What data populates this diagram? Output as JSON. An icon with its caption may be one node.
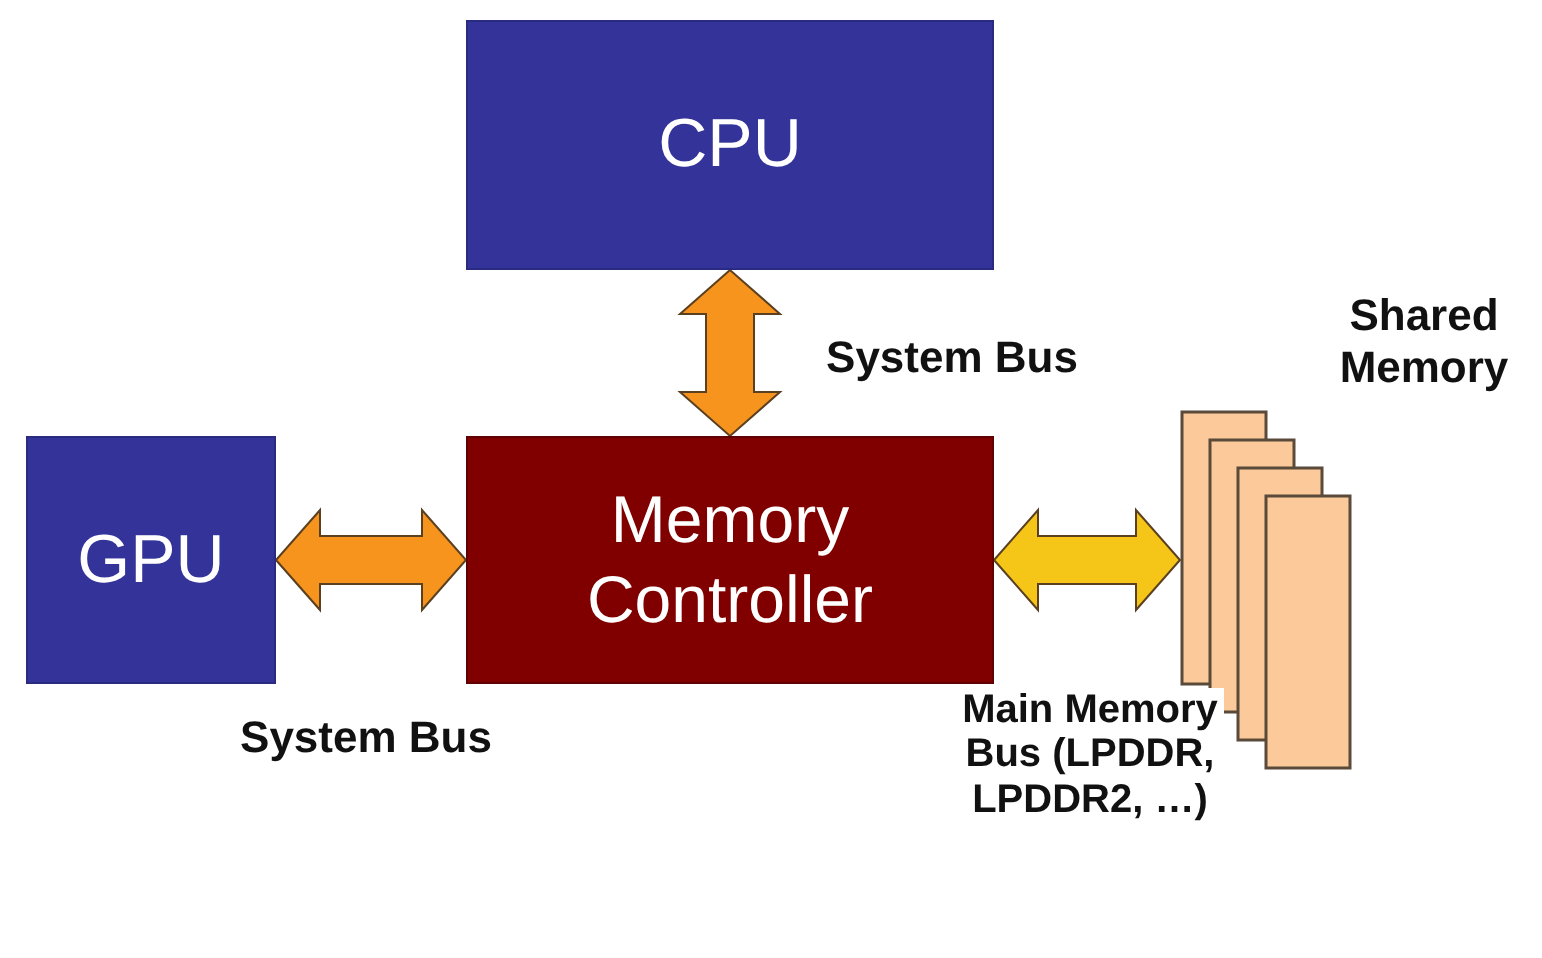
{
  "diagram": {
    "nodes": [
      {
        "text": [
          "CPU"
        ]
      },
      {
        "text": [
          "GPU"
        ]
      },
      {
        "text": [
          "Memory Controller"
        ]
      },
      {
        "text": [
          "Shared Memory"
        ]
      }
    ],
    "edges": [
      {
        "from": 0,
        "to": 2,
        "arrow": "both",
        "label": "System Bus",
        "style": "thick"
      },
      {
        "from": 1,
        "to": 2,
        "arrow": "both",
        "label": "System Bus",
        "style": "thick"
      },
      {
        "from": 2,
        "to": 3,
        "arrow": "both",
        "label": "Main Memory Bus (LPDDR, LPDDR2, …)",
        "style": "thick",
        "color": "#f5c518"
      }
    ]
  }
}
